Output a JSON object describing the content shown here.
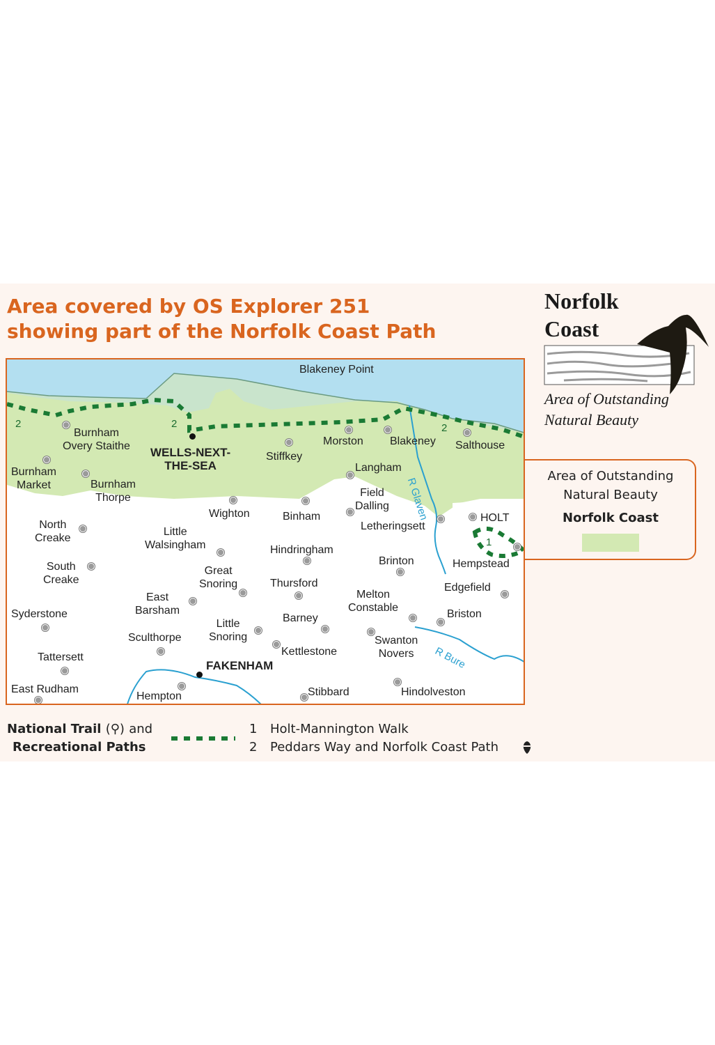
{
  "title": "Area covered by OS Explorer 251",
  "subtitle": "showing part of the Norfolk Coast Path",
  "logo": {
    "line1": "Norfolk",
    "line2": "Coast",
    "tagline1": "Area of Outstanding",
    "tagline2": "Natural Beauty"
  },
  "legend_box": {
    "line1": "Area of Outstanding",
    "line2": "Natural Beauty",
    "line3": "Norfolk Coast",
    "aonb_color": "#d3e9b3"
  },
  "map": {
    "sea_label": "Blakeney Point",
    "rivers": [
      "R Glaven",
      "R Bure"
    ],
    "route_numbers": [
      "2",
      "2",
      "2",
      "1"
    ],
    "places": [
      {
        "name": "Burnham\nOvery Staithe"
      },
      {
        "name": "WELLS-NEXT-\nTHE-SEA"
      },
      {
        "name": "Stiffkey"
      },
      {
        "name": "Morston"
      },
      {
        "name": "Blakeney"
      },
      {
        "name": "Salthouse"
      },
      {
        "name": "Burnham\nMarket"
      },
      {
        "name": "Burnham\nThorpe"
      },
      {
        "name": "Langham"
      },
      {
        "name": "Field\nDalling"
      },
      {
        "name": "Wighton"
      },
      {
        "name": "Binham"
      },
      {
        "name": "Letheringsett"
      },
      {
        "name": "HOLT"
      },
      {
        "name": "North\nCreake"
      },
      {
        "name": "Little\nWalsingham"
      },
      {
        "name": "Hindringham"
      },
      {
        "name": "Brinton"
      },
      {
        "name": "Hempstead"
      },
      {
        "name": "South\nCreake"
      },
      {
        "name": "Great\nSnoring"
      },
      {
        "name": "Thursford"
      },
      {
        "name": "Edgefield"
      },
      {
        "name": "East\nBarsham"
      },
      {
        "name": "Melton\nConstable"
      },
      {
        "name": "Syderstone"
      },
      {
        "name": "Barney"
      },
      {
        "name": "Briston"
      },
      {
        "name": "Little\nSnoring"
      },
      {
        "name": "Sculthorpe"
      },
      {
        "name": "Swanton\nNovers"
      },
      {
        "name": "Kettlestone"
      },
      {
        "name": "Tattersett"
      },
      {
        "name": "FAKENHAM"
      },
      {
        "name": "East Rudham"
      },
      {
        "name": "Hempton"
      },
      {
        "name": "Stibbard"
      },
      {
        "name": "Hindolveston"
      }
    ]
  },
  "key": {
    "label_bold_1": "National Trail",
    "label_trail_symbol": "(⚲)",
    "label_and": "and",
    "label_bold_2": "Recreational Paths",
    "routes": [
      {
        "number": "1",
        "name": "Holt-Mannington Walk"
      },
      {
        "number": "2",
        "name": "Peddars Way and Norfolk Coast Path"
      }
    ],
    "path_color": "#1a7a34"
  },
  "colors": {
    "accent": "#d9651f",
    "sea": "#b3dff0",
    "marsh": "#c9e4cc",
    "aonb": "#d3e9b3",
    "river": "#2aa0d0"
  }
}
